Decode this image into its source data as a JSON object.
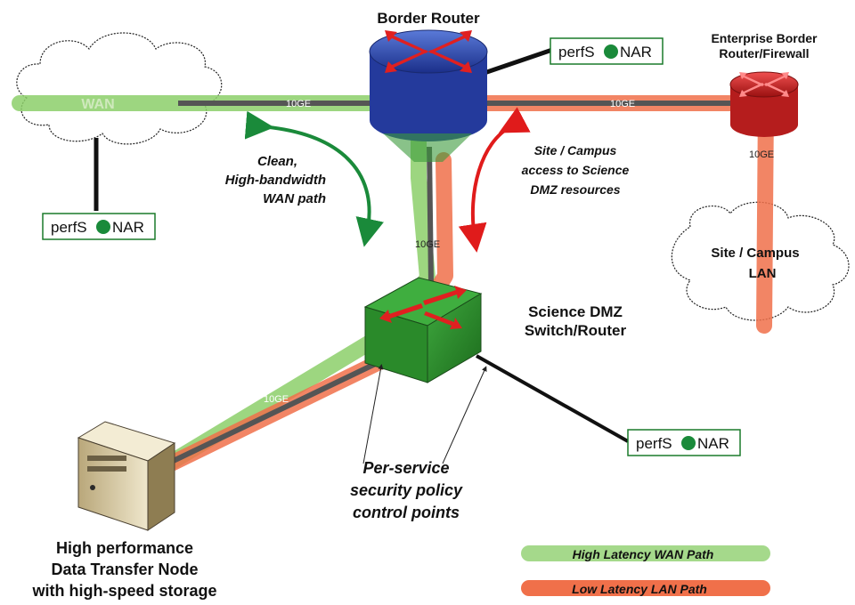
{
  "nodes": {
    "border_router": "Border Router",
    "enterprise_line1": "Enterprise Border",
    "enterprise_line2": "Router/Firewall",
    "wan_cloud": "WAN",
    "lan_cloud_line1": "Site / Campus",
    "lan_cloud_line2": "LAN",
    "dmz_line1": "Science DMZ",
    "dmz_line2": "Switch/Router",
    "dtn_line1": "High performance",
    "dtn_line2": "Data Transfer Node",
    "dtn_line3": "with high-speed storage"
  },
  "perfsonar": {
    "prefix": "perfS",
    "suffix": "NAR"
  },
  "links": {
    "speed": "10GE"
  },
  "annotations": {
    "clean_line1": "Clean,",
    "clean_line2": "High-bandwidth",
    "clean_line3": "WAN path",
    "site_line1": "Site / Campus",
    "site_line2": "access to Science",
    "site_line3": "DMZ resources",
    "policy_line1": "Per-service",
    "policy_line2": "security policy",
    "policy_line3": "control points"
  },
  "legend": {
    "wan_path": "High Latency WAN Path",
    "lan_path": "Low Latency LAN Path"
  },
  "colors": {
    "wan_path": "#8ccf6a",
    "lan_path": "#f0704a",
    "arrow_green": "#1a8a3a",
    "arrow_red": "#e01b1b",
    "perfsonar_border": "#1a7a2a"
  }
}
